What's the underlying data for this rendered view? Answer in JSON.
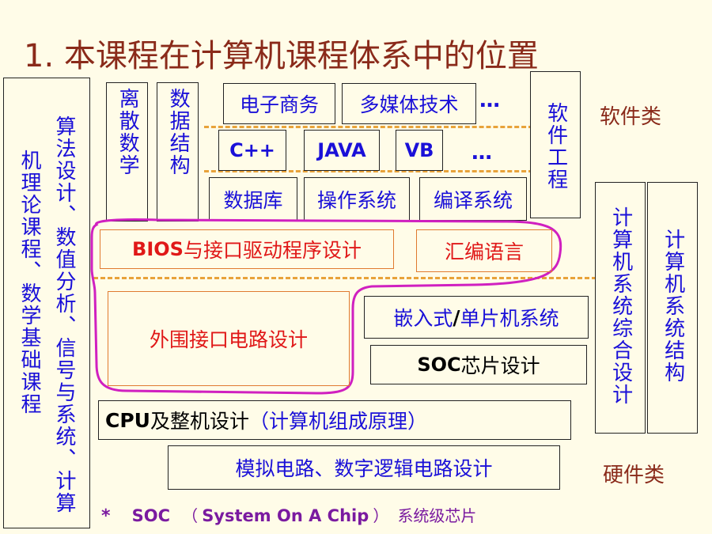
{
  "title": "1.  本课程在计算机课程体系中的位置",
  "left_col_1": "机理论课程、数学基础课程",
  "left_col_2": "算法设计、数值分析、信号与系统、计算",
  "discrete_math": "离散数学",
  "data_structure": "数据结构",
  "ecommerce": "电子商务",
  "multimedia": "多媒体技术",
  "ellipsis": "…",
  "cpp": "C++",
  "java": "JAVA",
  "vb": "VB",
  "database": "数据库",
  "os": "操作系统",
  "compiler": "编译系统",
  "software_eng": "软件工程",
  "software_label": "软件类",
  "hardware_label": "硬件类",
  "bios_prefix": "BIOS",
  "bios_suffix": "与接口驱动程序设计",
  "assembly": "汇编语言",
  "peripheral": "外围接口电路设计",
  "embedded_prefix": "嵌入式",
  "embedded_slash": "/",
  "embedded_suffix": "单片机系统",
  "soc_prefix": "SOC",
  "soc_suffix": "芯片设计",
  "cpu_prefix": "CPU",
  "cpu_mid": "及整机设计",
  "cpu_suffix": "（计算机组成原理）",
  "analog_digital": "模拟电路、数字逻辑电路设计",
  "comp_sys_design": "计算机系统综合设计",
  "comp_arch": "计算机系统结构",
  "footnote": {
    "star": "*",
    "soc": "SOC",
    "open_paren": "（",
    "full": "System On A Chip",
    "close_paren": "）",
    "desc": "系统级芯片"
  },
  "colors": {
    "background": "#fffce8",
    "blue_text": "#1a10d8",
    "red_text": "#e01818",
    "brown_text": "#8a2a1a",
    "dashed_line": "#e8a23a",
    "highlight_outline": "#d020c0",
    "orange_box": "#e07a30"
  }
}
